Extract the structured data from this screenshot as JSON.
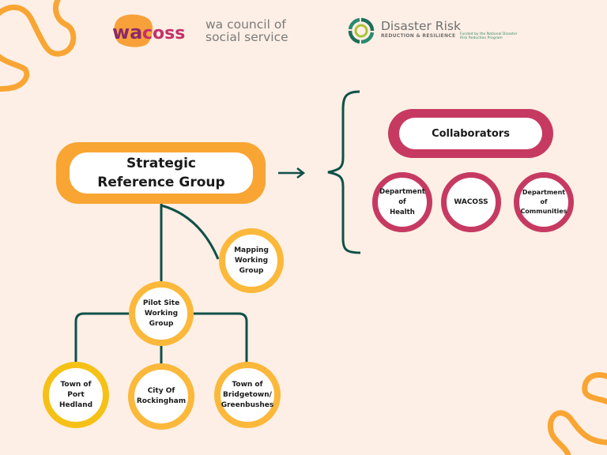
{
  "logos": {
    "wacoss": {
      "mark": "wacoss",
      "text_line1": "wa council of",
      "text_line2": "social service"
    },
    "drr": {
      "title": "Disaster Risk",
      "subtitle": "REDUCTION & RESILIENCE",
      "funded_line1": "Funded by the National Disaster",
      "funded_line2": "Risk Reduction Program"
    }
  },
  "colors": {
    "background": "#fdefe5",
    "orange": "#f9a533",
    "yellow": "#fbb83a",
    "gold": "#f5c117",
    "crimson": "#c63a62",
    "connector": "#0f5049"
  },
  "diagram": {
    "strategic_group": {
      "line1": "Strategic",
      "line2": "Reference Group"
    },
    "arrow_icon": "right-arrow-icon",
    "collaborators": {
      "title": "Collaborators",
      "members": [
        {
          "label": "Department\nof\nHealth"
        },
        {
          "label": "WACOSS"
        },
        {
          "label": "Department\nof\nCommunities"
        }
      ]
    },
    "mapping_group": {
      "label": "Mapping\nWorking\nGroup"
    },
    "pilot_group": {
      "label": "Pilot Site\nWorking\nGroup"
    },
    "pilot_sites": [
      {
        "label": "Town of\nPort\nHedland"
      },
      {
        "label": "City Of\nRockingham"
      },
      {
        "label": "Town of\nBridgetown/\nGreenbushes"
      }
    ]
  }
}
